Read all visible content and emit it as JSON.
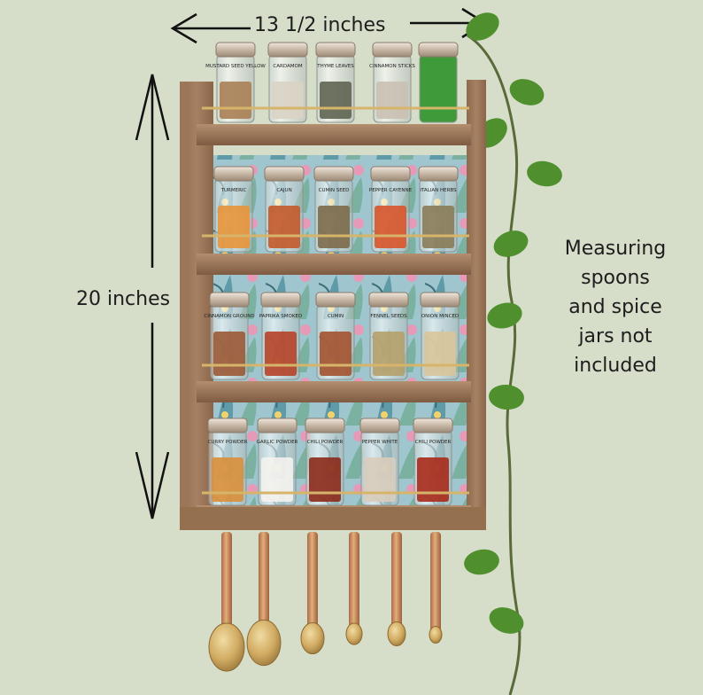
{
  "measurements": {
    "width_label": "13 1/2 inches",
    "height_label": "20 inches"
  },
  "note": {
    "lines": [
      "Measuring",
      "spoons",
      "and spice",
      "jars not",
      "included"
    ]
  },
  "colors": {
    "wall": "#d6ddc9",
    "wood": "#a27a5c",
    "wood_dark": "#7d5a40",
    "copper": "#c98d5e",
    "brass": "#d6b46a",
    "leaf": "#4f8f2e"
  },
  "jars": {
    "row1": [
      "MUSTARD SEED YELLOW",
      "CARDAMOM",
      "THYME LEAVES",
      "CINNAMON STICKS",
      ""
    ],
    "row2": [
      "TURMERIC",
      "CAJUN",
      "CUMIN SEED",
      "PEPPER CAYENNE",
      "ITALIAN HERBS"
    ],
    "row3": [
      "CINNAMON GROUND",
      "PAPRIKA SMOKED",
      "CUMIN",
      "FENNEL SEEDS",
      "ONION MINCED"
    ],
    "row4": [
      "CURRY POWDER",
      "GARLIC POWDER",
      "CHILI POWDER",
      "PEPPER WHITE",
      "CHILI POWDER"
    ]
  },
  "spoons": [
    "",
    "",
    "",
    "",
    "",
    ""
  ]
}
